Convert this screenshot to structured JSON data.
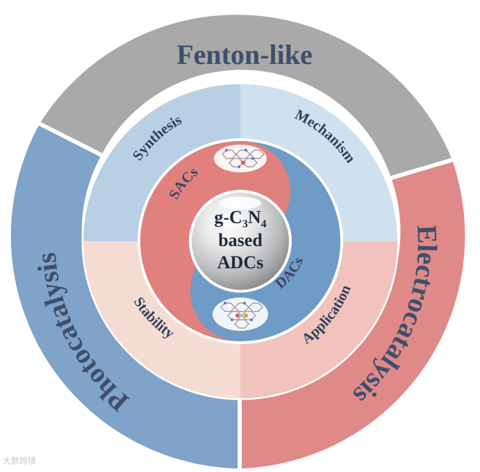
{
  "outer_ring": [
    {
      "label": "Fenton-like",
      "color": "#a9a9a9"
    },
    {
      "label": "Photocatalysis",
      "color": "#7fa3c9"
    },
    {
      "label": "Electrocatalysis",
      "color": "#df8a88"
    }
  ],
  "middle_ring": [
    {
      "label": "Synthesis",
      "color": "#b9cfe3"
    },
    {
      "label": "Mechanism",
      "color": "#cfe0ee"
    },
    {
      "label": "Application",
      "color": "#f1c3bc"
    },
    {
      "label": "Stability",
      "color": "#f5dcd3"
    }
  ],
  "inner_ring": [
    {
      "label": "SACs",
      "color": "#e0817d"
    },
    {
      "label": "DACs",
      "color": "#6f9bc7"
    }
  ],
  "center": {
    "line1_prefix": "g-C",
    "line1_sub1": "3",
    "line1_mid": "N",
    "line1_sub2": "4",
    "line2": "based",
    "line3": "ADCs"
  },
  "watermark": "大数跨境"
}
